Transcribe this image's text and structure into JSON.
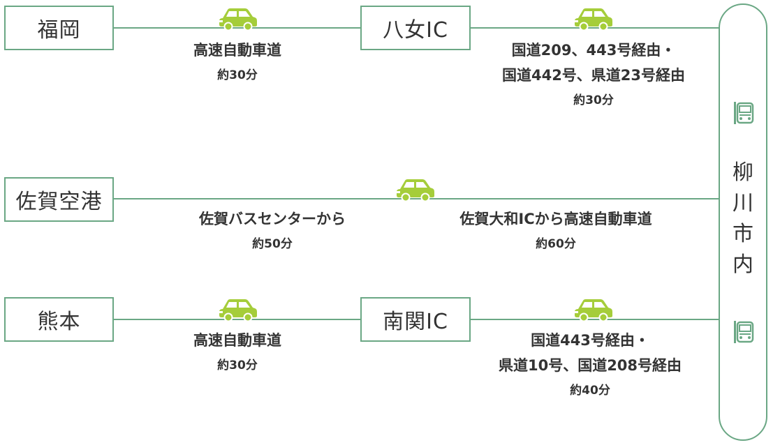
{
  "colors": {
    "line": "#6aa784",
    "car": "#a5cd3a",
    "text": "#333333"
  },
  "destination": {
    "name_chars": [
      "柳",
      "川",
      "市",
      "内"
    ],
    "icons": [
      "bus-icon",
      "bus-icon"
    ]
  },
  "routes": [
    {
      "origin": "福岡",
      "via": "八女IC",
      "leg1": {
        "icon": "car-icon",
        "line1": "高速自動車道",
        "time": "約30分"
      },
      "leg2": {
        "icon": "car-icon",
        "line1": "国道209、443号経由・",
        "line2": "国道442号、県道23号経由",
        "time": "約30分"
      }
    },
    {
      "origin": "佐賀空港",
      "leg1": {
        "icon": "car-icon",
        "line1": "佐賀バスセンターから",
        "time": "約50分"
      },
      "leg2": {
        "line1": "佐賀大和ICから高速自動車道",
        "time": "約60分"
      }
    },
    {
      "origin": "熊本",
      "via": "南関IC",
      "leg1": {
        "icon": "car-icon",
        "line1": "高速自動車道",
        "time": "約30分"
      },
      "leg2": {
        "icon": "car-icon",
        "line1": "国道443号経由・",
        "line2": "県道10号、国道208号経由",
        "time": "約40分"
      }
    }
  ]
}
